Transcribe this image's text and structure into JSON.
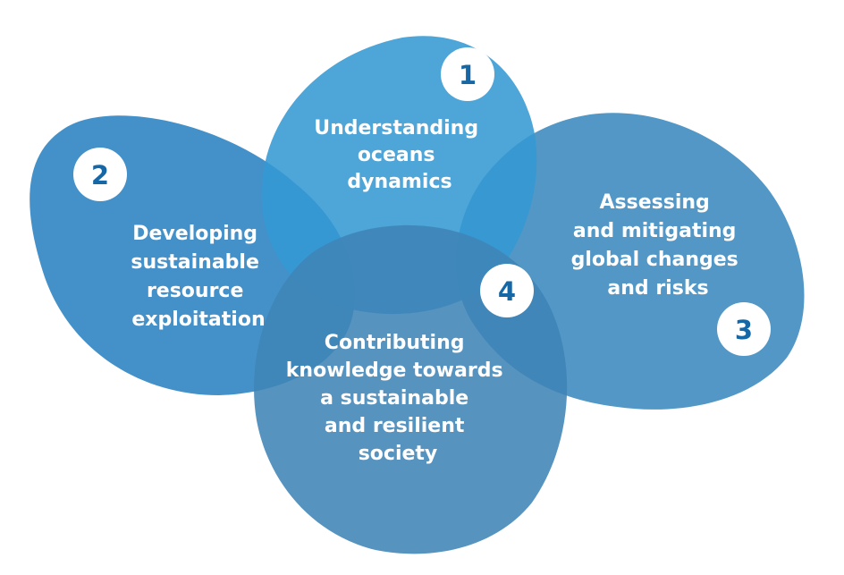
{
  "colors": {
    "petal_1": "#3498d3",
    "petal_2": "#2a82c2",
    "petal_3": "#3a89bd",
    "petal_4": "#3f84b6",
    "badge_background": "#ffffff",
    "badge_number": "#1667a6",
    "label_text": "#ffffff"
  },
  "themes": [
    {
      "number": "1",
      "lines": [
        "Understanding",
        "oceans",
        "dynamics"
      ]
    },
    {
      "number": "2",
      "lines": [
        "Developing",
        "sustainable",
        "resource",
        "exploitation"
      ]
    },
    {
      "number": "3",
      "lines": [
        "Assessing",
        "and mitigating",
        "global changes",
        "and risks"
      ]
    },
    {
      "number": "4",
      "lines": [
        "Contributing",
        "knowledge towards",
        "a sustainable",
        "and resilient",
        "society"
      ]
    }
  ]
}
